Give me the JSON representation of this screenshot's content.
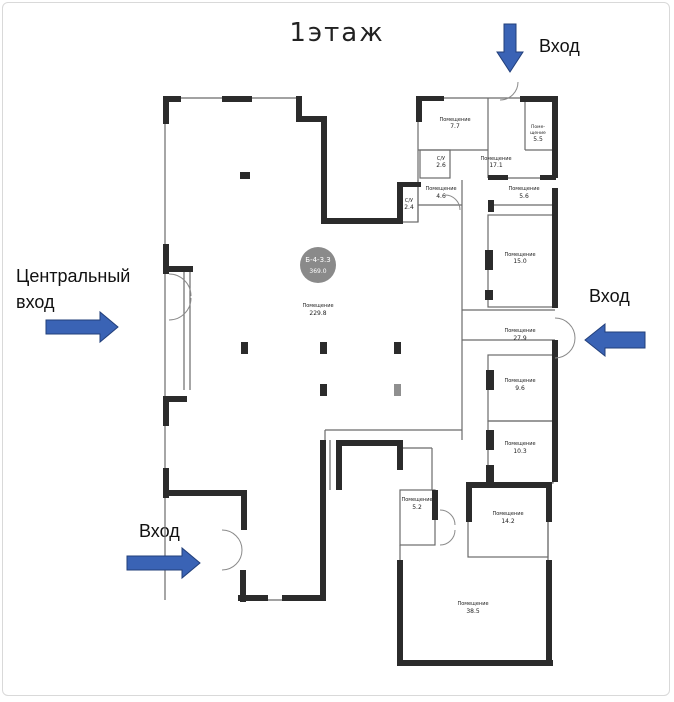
{
  "title": "1этаж",
  "labels": {
    "entrance_top": "Вход",
    "entrance_right": "Вход",
    "entrance_bottom": "Вход",
    "central_line1": "Центральный",
    "central_line2": "вход"
  },
  "badge": {
    "line1": "Б-4-3.3",
    "line2": "369.0"
  },
  "room_word": "Помещение",
  "room_word_short1": "Поме-",
  "room_word_short2": "щение",
  "rooms": {
    "main": {
      "area": "229.8"
    },
    "r77": {
      "area": "7.7"
    },
    "r171": {
      "area": "17.1"
    },
    "r55": {
      "area": "5.5"
    },
    "r56": {
      "area": "5.6"
    },
    "r46": {
      "area": "4.6"
    },
    "r26": {
      "code": "С/У",
      "area": "2.6"
    },
    "r24": {
      "code": "С/У",
      "area": "2.4"
    },
    "r150": {
      "area": "15.0"
    },
    "r279": {
      "area": "27.9"
    },
    "r96": {
      "area": "9.6"
    },
    "r103": {
      "area": "10.3"
    },
    "r52": {
      "area": "5.2"
    },
    "r142": {
      "area": "14.2"
    },
    "r385": {
      "area": "38.5"
    }
  },
  "colors": {
    "wall": "#2b2b2b",
    "arrow": "#3a63b5",
    "arrow_stroke": "#223f7a",
    "badge": "#8a8a8a"
  }
}
